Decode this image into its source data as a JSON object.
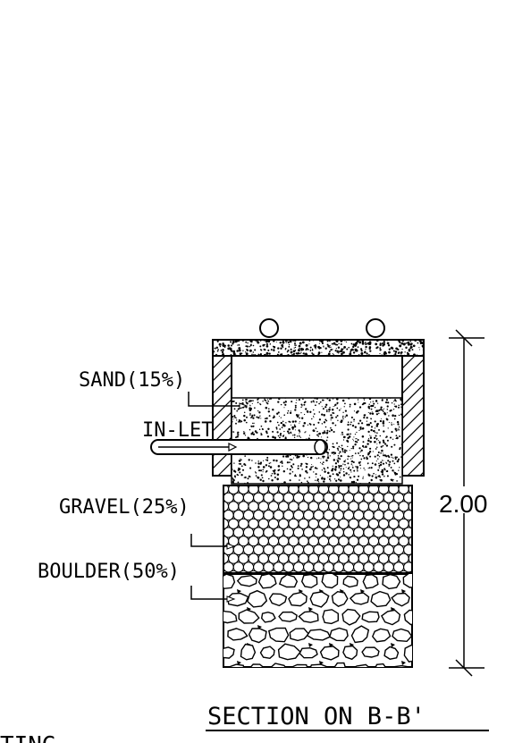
{
  "labels": {
    "sand": "SAND(15%)",
    "inlet": "IN-LET",
    "gravel": "GRAVEL(25%)",
    "boulder": "BOULDER(50%)"
  },
  "dimension": "2.00",
  "section_title": "SECTION  ON  B-B'",
  "cut_text": "TING",
  "colors": {
    "line": "#000000",
    "background": "#ffffff"
  }
}
